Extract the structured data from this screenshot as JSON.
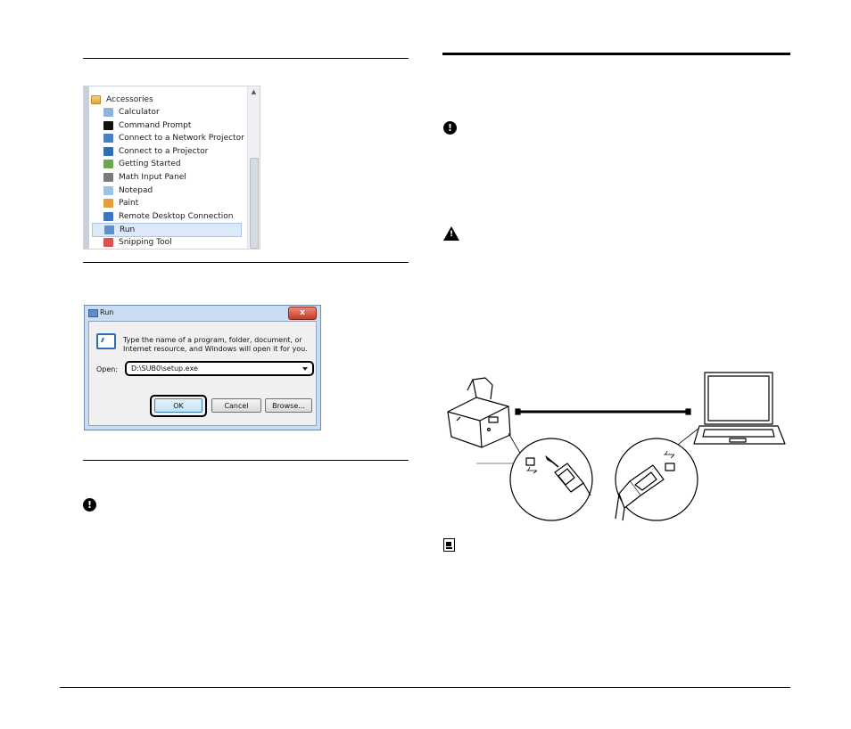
{
  "start_menu": {
    "folder": "Accessories",
    "items": [
      {
        "label": "Calculator",
        "icon": "calculator-icon",
        "color": "#8fb3d9"
      },
      {
        "label": "Command Prompt",
        "icon": "command-prompt-icon",
        "color": "#111111"
      },
      {
        "label": "Connect to a Network Projector",
        "icon": "network-projector-icon",
        "color": "#4a7fc0"
      },
      {
        "label": "Connect to a Projector",
        "icon": "projector-icon",
        "color": "#2f6db5"
      },
      {
        "label": "Getting Started",
        "icon": "getting-started-icon",
        "color": "#6aa84f"
      },
      {
        "label": "Math Input Panel",
        "icon": "math-input-icon",
        "color": "#7a7a7a"
      },
      {
        "label": "Notepad",
        "icon": "notepad-icon",
        "color": "#9cc3e6"
      },
      {
        "label": "Paint",
        "icon": "paint-icon",
        "color": "#e0a040"
      },
      {
        "label": "Remote Desktop Connection",
        "icon": "remote-desktop-icon",
        "color": "#3a76c4"
      },
      {
        "label": "Run",
        "icon": "run-icon",
        "color": "#5d8fd0",
        "selected": true
      },
      {
        "label": "Snipping Tool",
        "icon": "snipping-tool-icon",
        "color": "#d9534f"
      }
    ]
  },
  "run_dialog": {
    "title": "Run",
    "close": "x",
    "description": "Type the name of a program, folder, document, or Internet resource, and Windows will open it for you.",
    "open_label": "Open:",
    "open_value": "D:\\SUB0\\setup.exe",
    "ok": "OK",
    "cancel": "Cancel",
    "browse": "Browse..."
  },
  "icons": {
    "important": "!",
    "warning": "!"
  }
}
